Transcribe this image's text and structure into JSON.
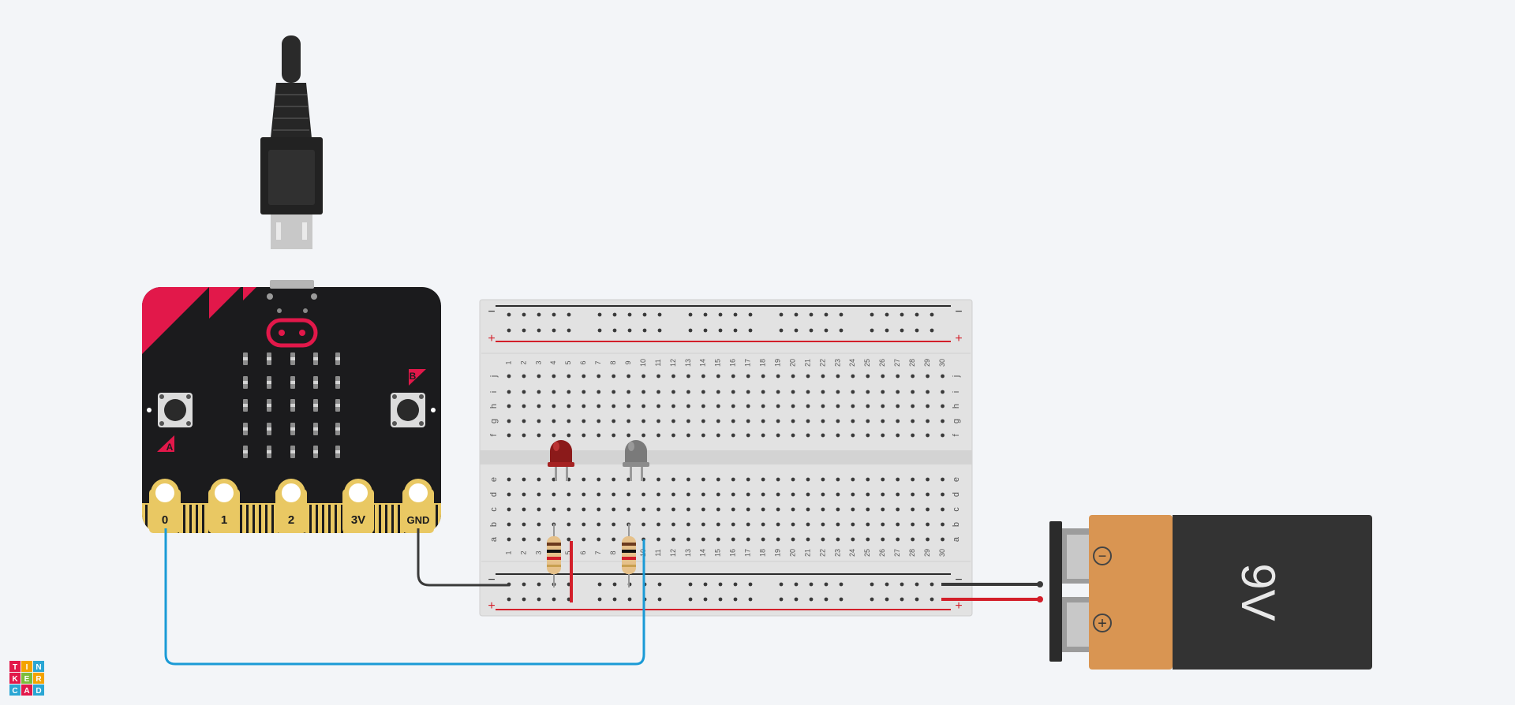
{
  "canvas": {
    "background": "#f3f5f8"
  },
  "microbit": {
    "buttons": {
      "a": "A",
      "b": "B"
    },
    "pins": [
      {
        "id": "p0",
        "label": "0"
      },
      {
        "id": "p1",
        "label": "1"
      },
      {
        "id": "p2",
        "label": "2"
      },
      {
        "id": "p3v",
        "label": "3V"
      },
      {
        "id": "pgnd",
        "label": "GND"
      }
    ],
    "colors": {
      "board": "#1b1b1d",
      "accent": "#e2184a",
      "gold": "#e9c863"
    }
  },
  "breadboard": {
    "rail_minus": "−",
    "rail_plus": "+",
    "rows_top": [
      "j",
      "i",
      "h",
      "g",
      "f"
    ],
    "rows_bottom": [
      "e",
      "d",
      "c",
      "b",
      "a"
    ],
    "columns": [
      "1",
      "2",
      "3",
      "4",
      "5",
      "6",
      "7",
      "8",
      "9",
      "10",
      "11",
      "12",
      "13",
      "14",
      "15",
      "16",
      "17",
      "18",
      "19",
      "20",
      "21",
      "22",
      "23",
      "24",
      "25",
      "26",
      "27",
      "28",
      "29",
      "30"
    ],
    "colors": {
      "body": "#e2e2e2",
      "minus": "#2b2b2b",
      "plus": "#d31f2a"
    }
  },
  "battery": {
    "label": "9V",
    "minus_symbol": "−",
    "plus_symbol": "+",
    "colors": {
      "body": "#333333",
      "band": "#d99552"
    }
  },
  "wires": {
    "colors": {
      "signal": "#1a9ad6",
      "ground": "#3a3a3a",
      "power": "#d31f2a"
    }
  },
  "logo": {
    "letters": [
      "T",
      "I",
      "N",
      "K",
      "E",
      "R",
      "C",
      "A",
      "D"
    ],
    "colors": [
      "#e2184a",
      "#f4a300",
      "#2aa6d4",
      "#e2184a",
      "#7bbd3a",
      "#f4a300",
      "#2aa6d4",
      "#e2184a",
      "#2aa6d4"
    ]
  }
}
